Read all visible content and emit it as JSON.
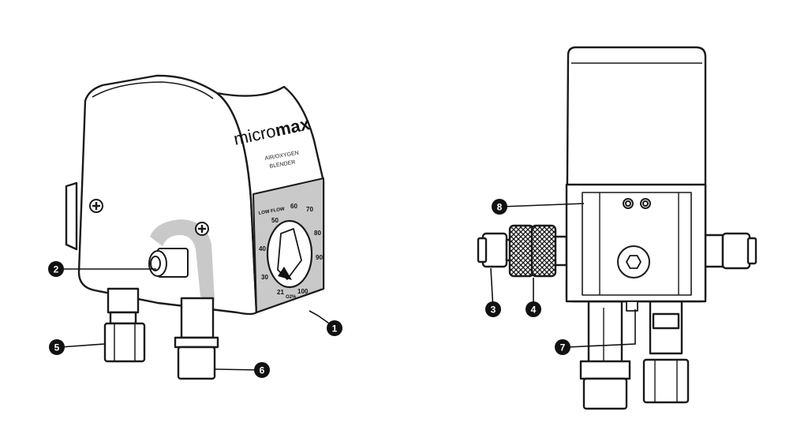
{
  "callouts": [
    {
      "id": "c1",
      "number": "1"
    },
    {
      "id": "c2",
      "number": "2"
    },
    {
      "id": "c3",
      "number": "3"
    },
    {
      "id": "c4",
      "number": "4"
    },
    {
      "id": "c5",
      "number": "5"
    },
    {
      "id": "c6",
      "number": "6"
    },
    {
      "id": "c7",
      "number": "7"
    },
    {
      "id": "c8",
      "number": "8"
    }
  ],
  "device": {
    "brand_light": "micro",
    "brand_bold": "max",
    "subtitle_line1": "AIR/OXYGEN",
    "subtitle_line2": "BLENDER",
    "low_flow_label": "LOW FLOW",
    "dial_scale": [
      "21",
      "30",
      "40",
      "50",
      "60",
      "70",
      "80",
      "90",
      "100"
    ],
    "dial_unit": "O2%"
  },
  "colors": {
    "outline": "#1a1a1a",
    "dial_panel": "#c9c9c9",
    "callout_fill": "#111111",
    "callout_text": "#ffffff"
  }
}
